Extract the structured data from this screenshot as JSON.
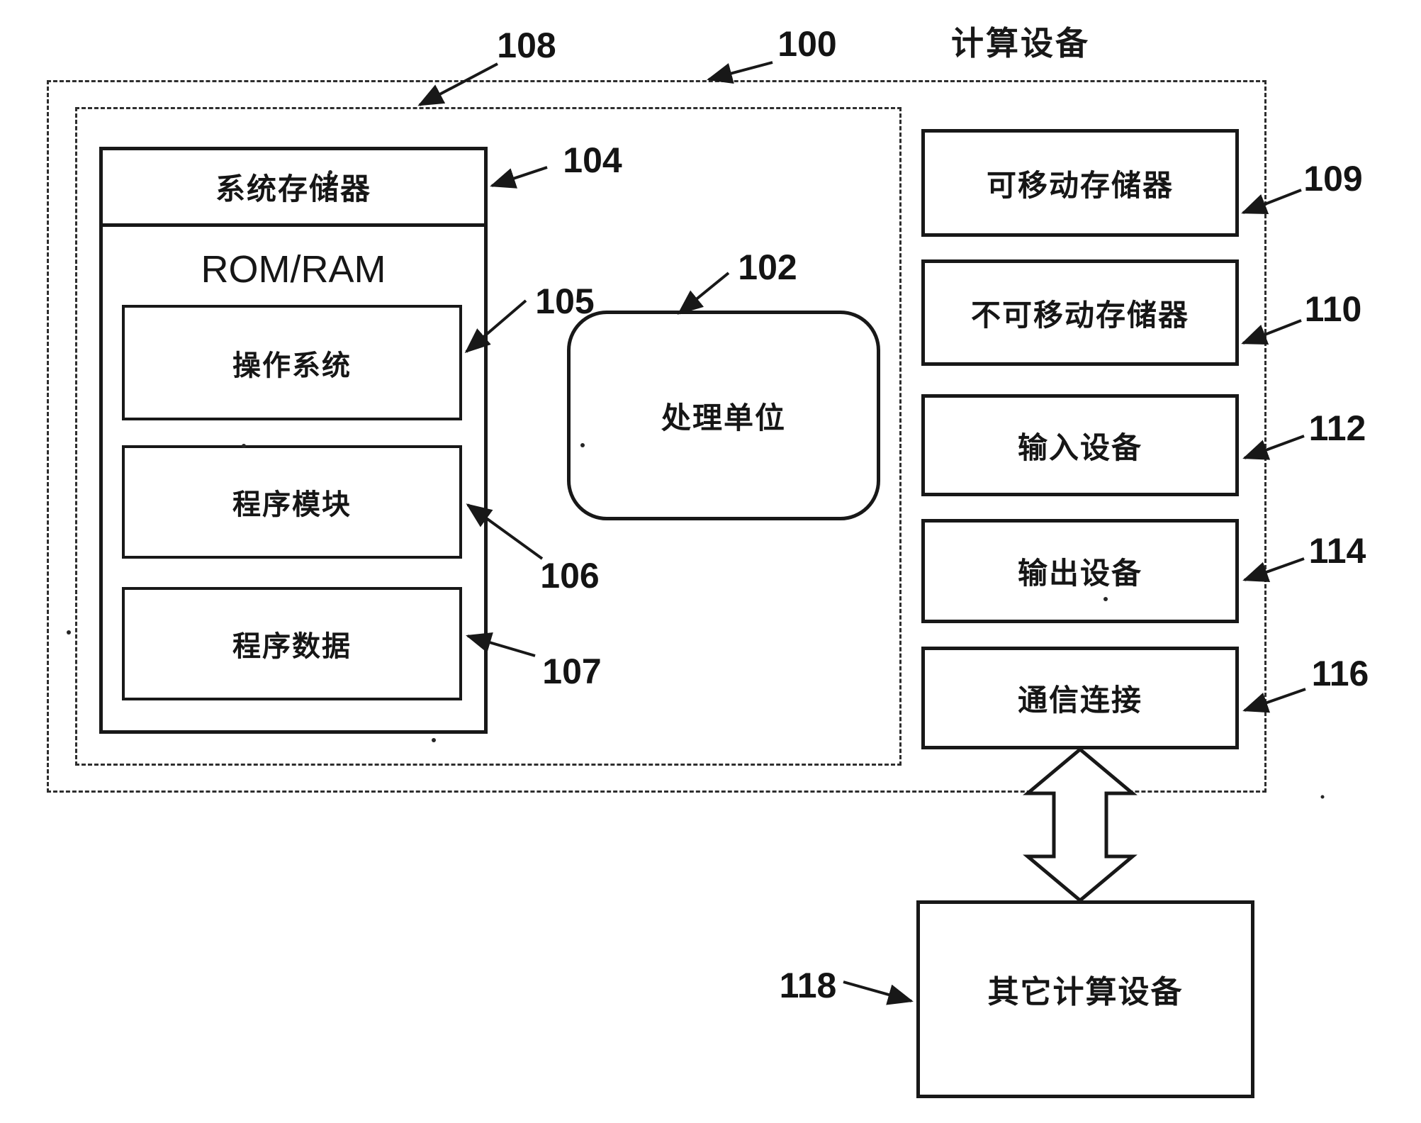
{
  "figure": {
    "title": "计算设备",
    "nodes": {
      "outer_enclosure": {
        "ref": "100"
      },
      "inner_enclosure": {
        "ref": "108"
      },
      "system_memory": {
        "label": "系统存储器",
        "ref": "104"
      },
      "rom_ram": {
        "label": "ROM/RAM"
      },
      "operating_system": {
        "label": "操作系统",
        "ref": "105"
      },
      "program_modules": {
        "label": "程序模块",
        "ref": "106"
      },
      "program_data": {
        "label": "程序数据",
        "ref": "107"
      },
      "processing_unit": {
        "label": "处理单位",
        "ref": "102"
      },
      "removable_storage": {
        "label": "可移动存储器",
        "ref": "109"
      },
      "non_removable_storage": {
        "label": "不可移动存储器",
        "ref": "110"
      },
      "input_devices": {
        "label": "输入设备",
        "ref": "112"
      },
      "output_devices": {
        "label": "输出设备",
        "ref": "114"
      },
      "communication_connections": {
        "label": "通信连接",
        "ref": "116"
      },
      "other_computing_devices": {
        "label": "其它计算设备",
        "ref": "118"
      }
    },
    "colors": {
      "ink": "#181818",
      "paper": "#ffffff"
    }
  }
}
